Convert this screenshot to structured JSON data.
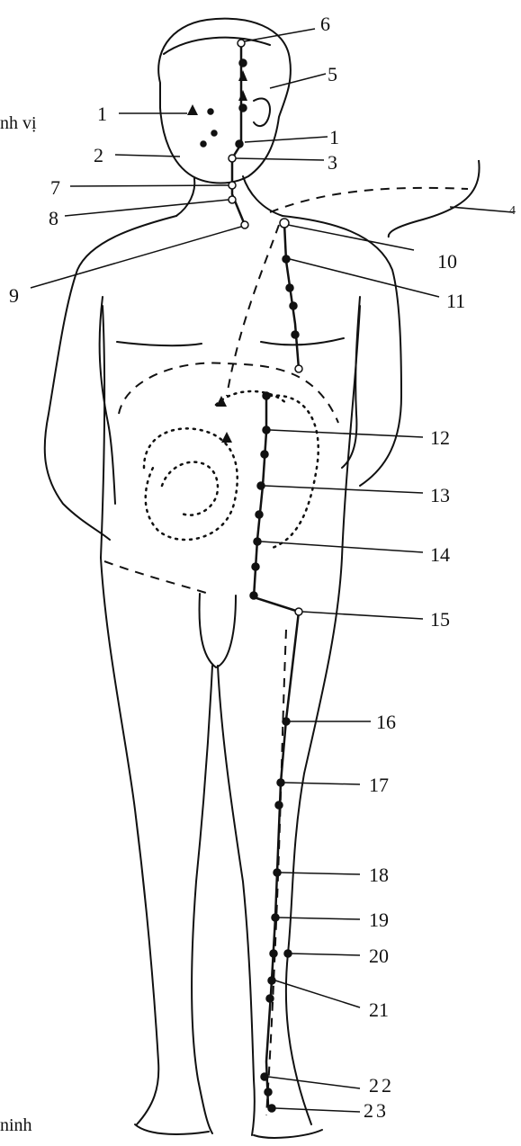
{
  "figure": {
    "labels": [
      "1",
      "2",
      "3",
      "4",
      "5",
      "6",
      "7",
      "8",
      "9",
      "10",
      "11",
      "12",
      "13",
      "14",
      "15",
      "16",
      "17",
      "18",
      "19",
      "20",
      "21",
      "22",
      "23",
      "1"
    ],
    "partial_text_top": "nh vị",
    "partial_text_bottom": "ninh"
  },
  "colors": {
    "ink": "#111111",
    "background": "#ffffff"
  }
}
